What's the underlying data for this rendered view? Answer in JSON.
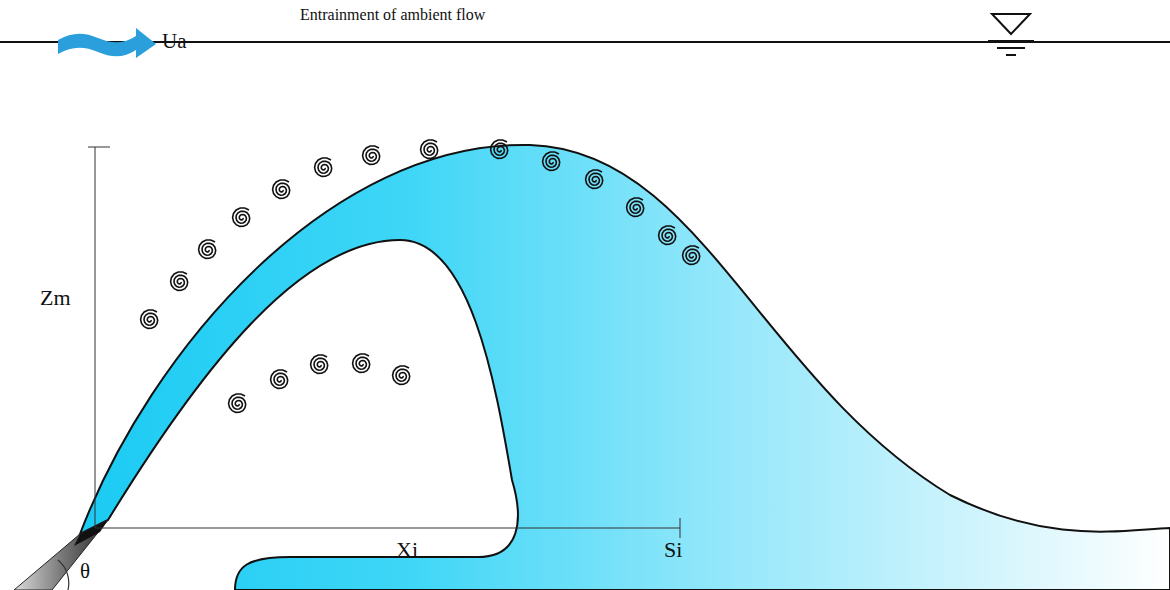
{
  "diagram": {
    "labels": [
      "Ua",
      "Entrainment of ambient flow",
      "Zm",
      "Xi",
      "Si",
      "θ"
    ]
  }
}
